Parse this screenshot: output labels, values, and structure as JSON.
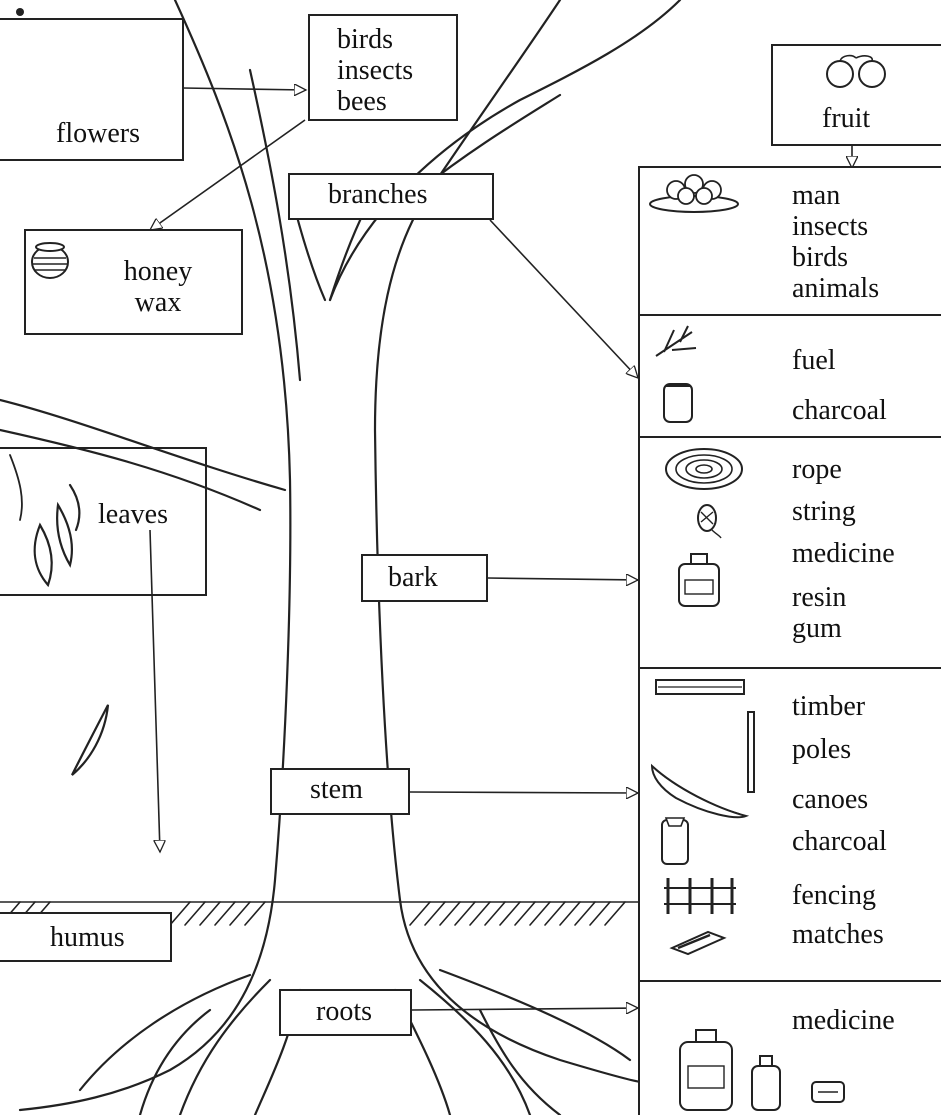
{
  "parts": {
    "flowers": "flowers",
    "pollinators": [
      "birds",
      "insects",
      "bees"
    ],
    "branches": "branches",
    "hive_products": [
      "honey",
      "wax"
    ],
    "leaves": "leaves",
    "bark": "bark",
    "stem": "stem",
    "humus": "humus",
    "roots": "roots",
    "fruit": "fruit"
  },
  "uses": {
    "fruit_consumers": [
      "man",
      "insects",
      "birds",
      "animals"
    ],
    "branch_products": [
      "fuel",
      "charcoal"
    ],
    "bark_products": [
      "rope",
      "string",
      "medicine",
      "resin",
      "gum"
    ],
    "stem_products": [
      "timber",
      "poles",
      "canoes",
      "charcoal",
      "fencing",
      "matches"
    ],
    "root_products": [
      "medicine"
    ]
  },
  "colors": {
    "ink": "#111111",
    "line": "#222222",
    "paper": "#ffffff"
  }
}
